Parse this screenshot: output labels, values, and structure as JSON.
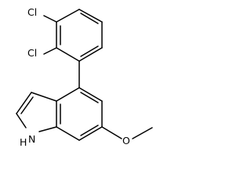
{
  "structure": {
    "atoms": {
      "cl_upper": "Cl",
      "cl_lower": "Cl",
      "nh": "H",
      "n": "N",
      "o": "O"
    },
    "colors": {
      "bond": "#000000",
      "label": "#000000",
      "background": "#ffffff"
    }
  }
}
